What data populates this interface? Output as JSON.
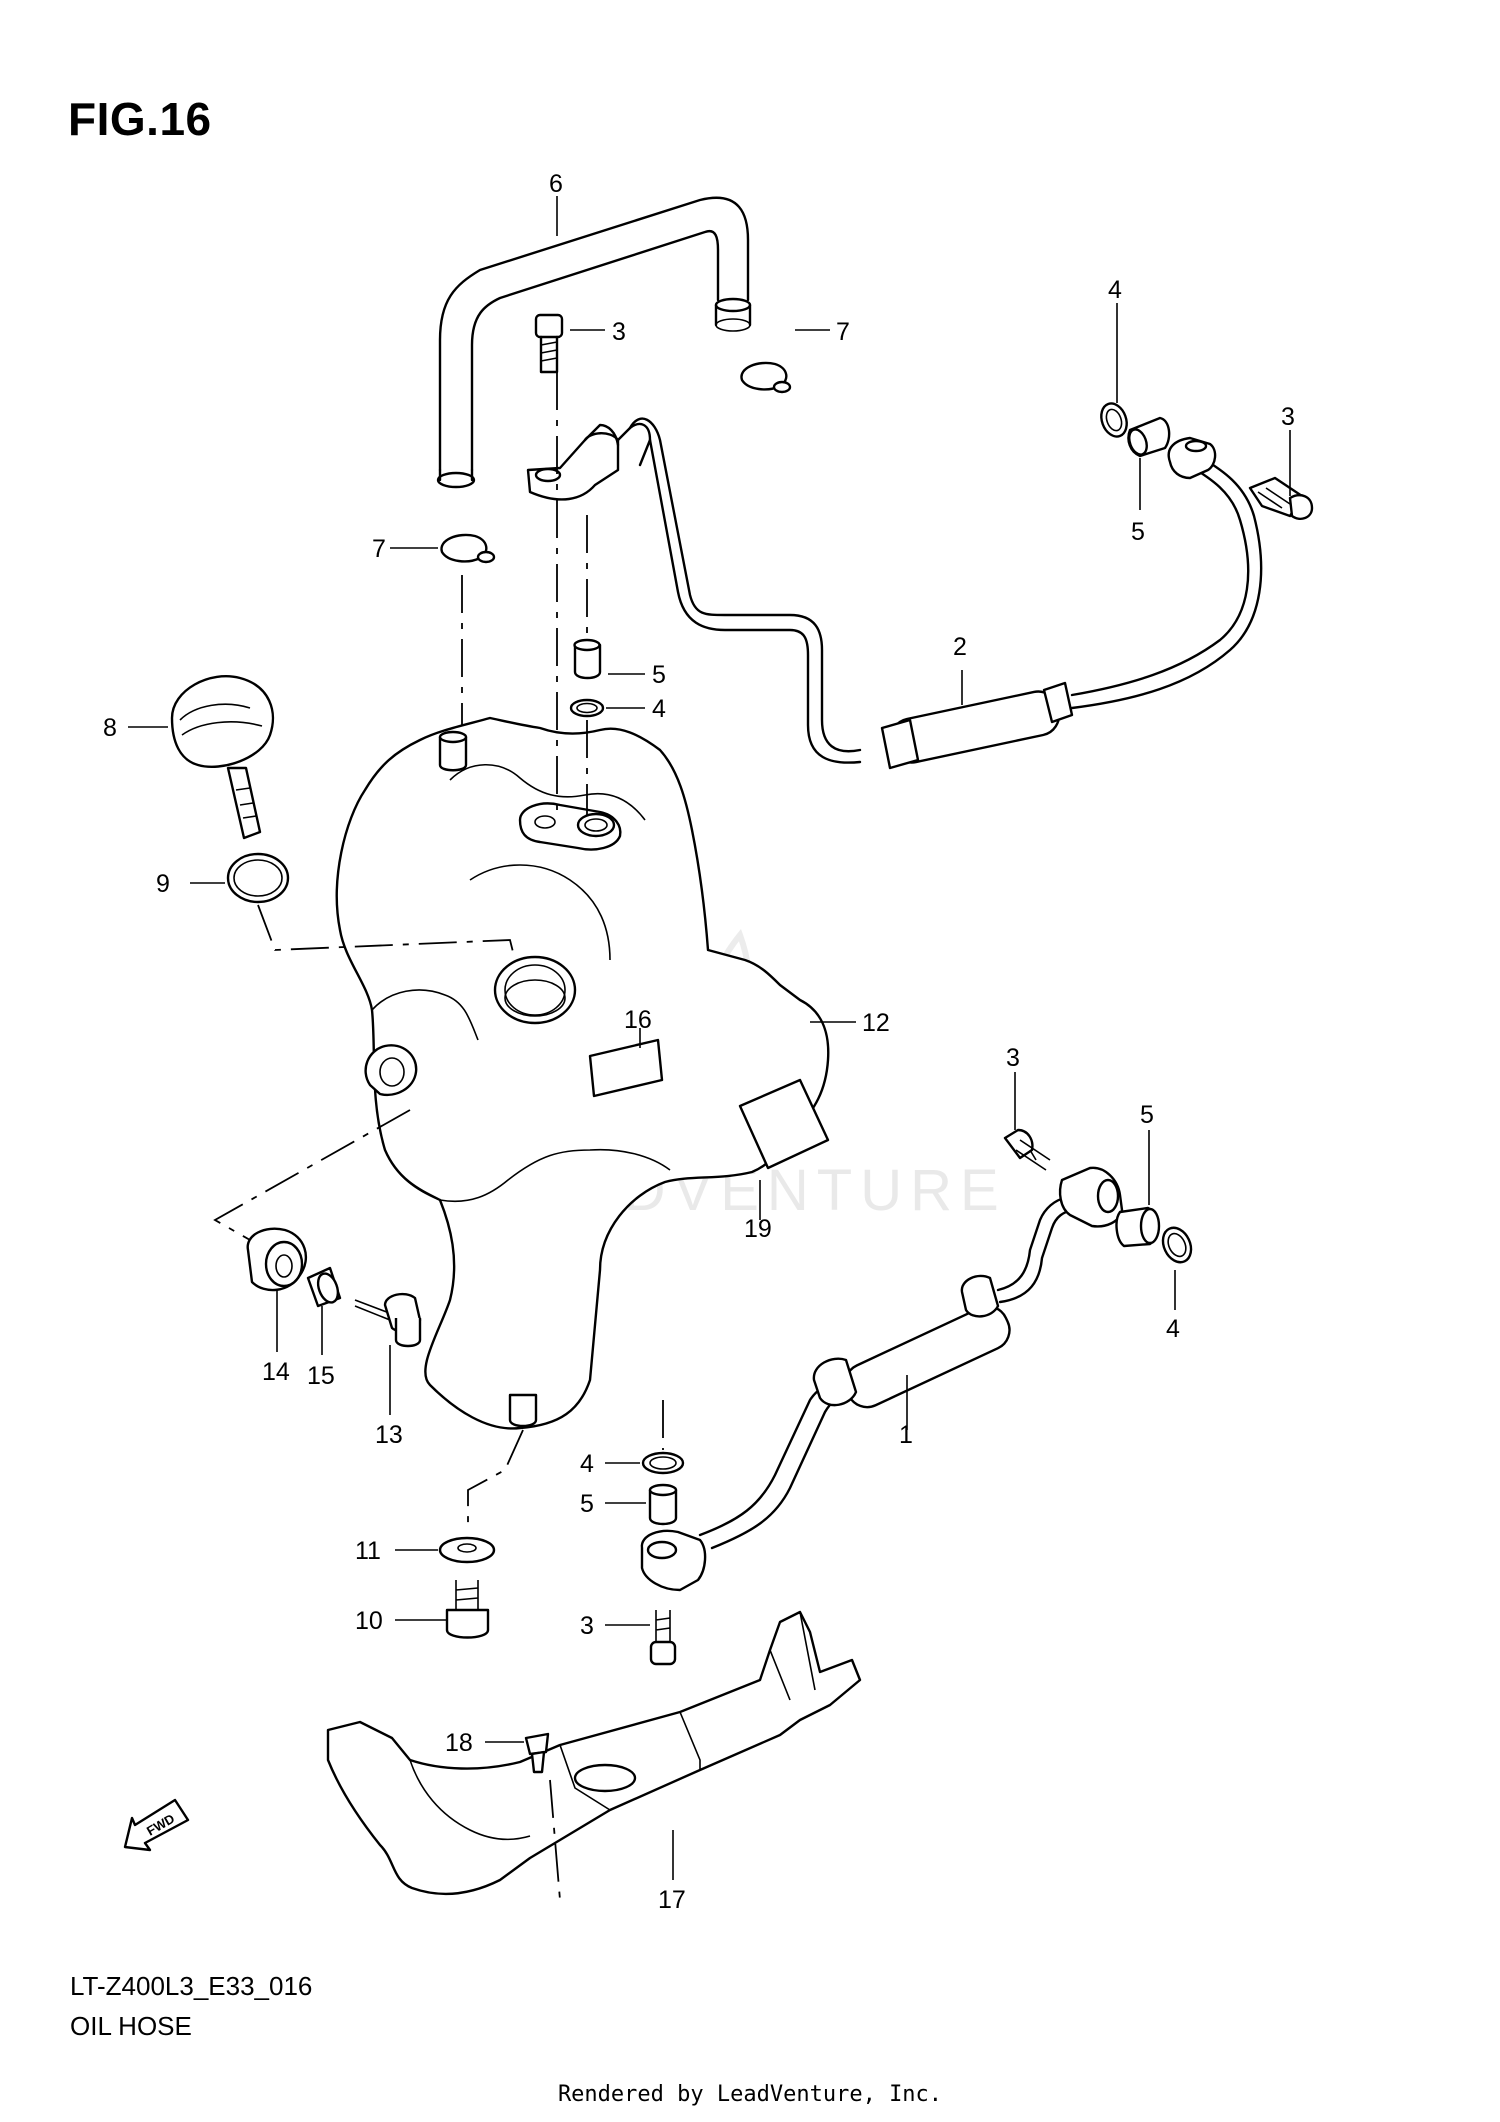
{
  "figure": {
    "title": "FIG.16",
    "model_code": "LT-Z400L3_E33_016",
    "section_name": "OIL HOSE",
    "watermark": "LEADVENTURE",
    "rendered_by": "Rendered by LeadVenture, Inc.",
    "fwd_label": "FWD"
  },
  "callouts": [
    {
      "id": "c6",
      "label": "6"
    },
    {
      "id": "c3a",
      "label": "3"
    },
    {
      "id": "c7a",
      "label": "7"
    },
    {
      "id": "c4a",
      "label": "4"
    },
    {
      "id": "c3b",
      "label": "3"
    },
    {
      "id": "c5a",
      "label": "5"
    },
    {
      "id": "c7b",
      "label": "7"
    },
    {
      "id": "c5b",
      "label": "5"
    },
    {
      "id": "c4b",
      "label": "4"
    },
    {
      "id": "c2",
      "label": "2"
    },
    {
      "id": "c8",
      "label": "8"
    },
    {
      "id": "c9",
      "label": "9"
    },
    {
      "id": "c16",
      "label": "16"
    },
    {
      "id": "c12",
      "label": "12"
    },
    {
      "id": "c3c",
      "label": "3"
    },
    {
      "id": "c5c",
      "label": "5"
    },
    {
      "id": "c19",
      "label": "19"
    },
    {
      "id": "c4c",
      "label": "4"
    },
    {
      "id": "c14",
      "label": "14"
    },
    {
      "id": "c15",
      "label": "15"
    },
    {
      "id": "c13",
      "label": "13"
    },
    {
      "id": "c1",
      "label": "1"
    },
    {
      "id": "c4d",
      "label": "4"
    },
    {
      "id": "c5d",
      "label": "5"
    },
    {
      "id": "c11",
      "label": "11"
    },
    {
      "id": "c10",
      "label": "10"
    },
    {
      "id": "c3d",
      "label": "3"
    },
    {
      "id": "c18",
      "label": "18"
    },
    {
      "id": "c17",
      "label": "17"
    }
  ]
}
